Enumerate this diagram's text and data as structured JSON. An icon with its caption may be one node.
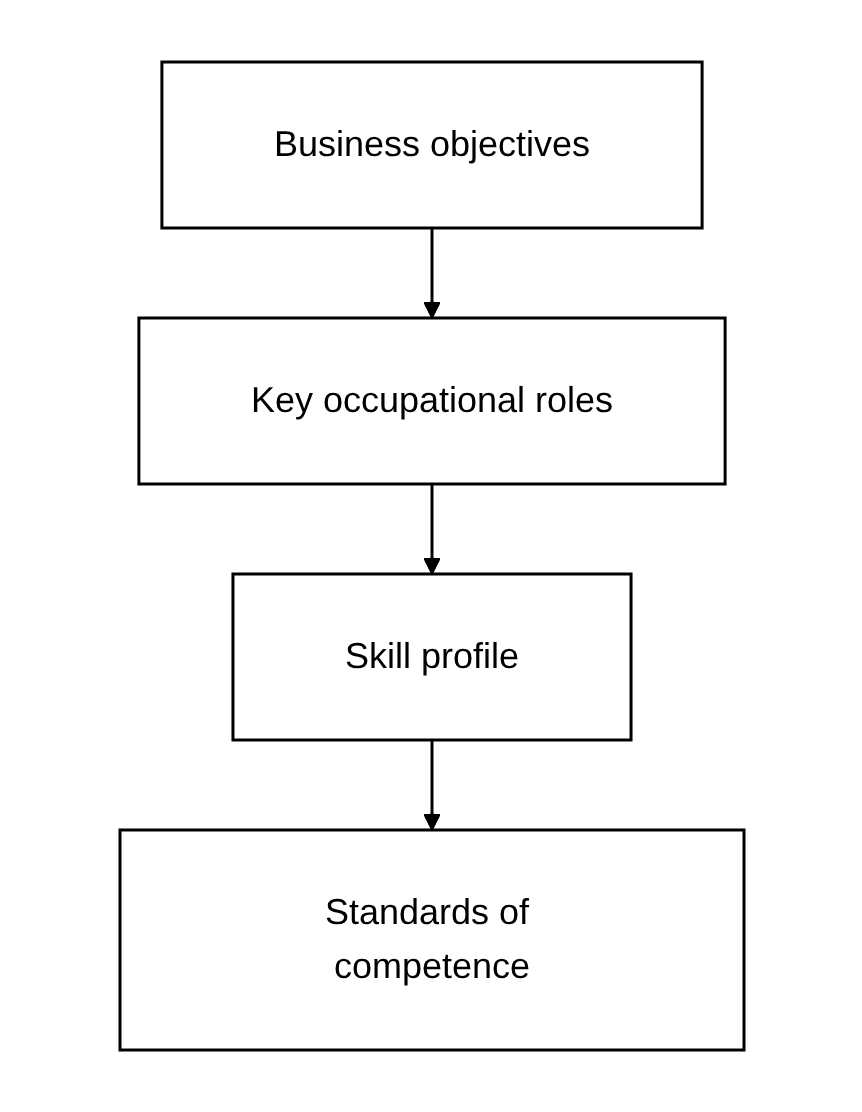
{
  "diagram": {
    "nodes": [
      {
        "text": [
          "Business objectives"
        ]
      },
      {
        "text": [
          "Key occupational roles"
        ]
      },
      {
        "text": [
          "Skill profile"
        ]
      },
      {
        "text": [
          "Standards of competence"
        ]
      }
    ],
    "edges": [
      {
        "from": 0,
        "to": 1,
        "arrow": "to"
      },
      {
        "from": 1,
        "to": 2,
        "arrow": "to"
      },
      {
        "from": 2,
        "to": 3,
        "arrow": "to"
      }
    ]
  }
}
